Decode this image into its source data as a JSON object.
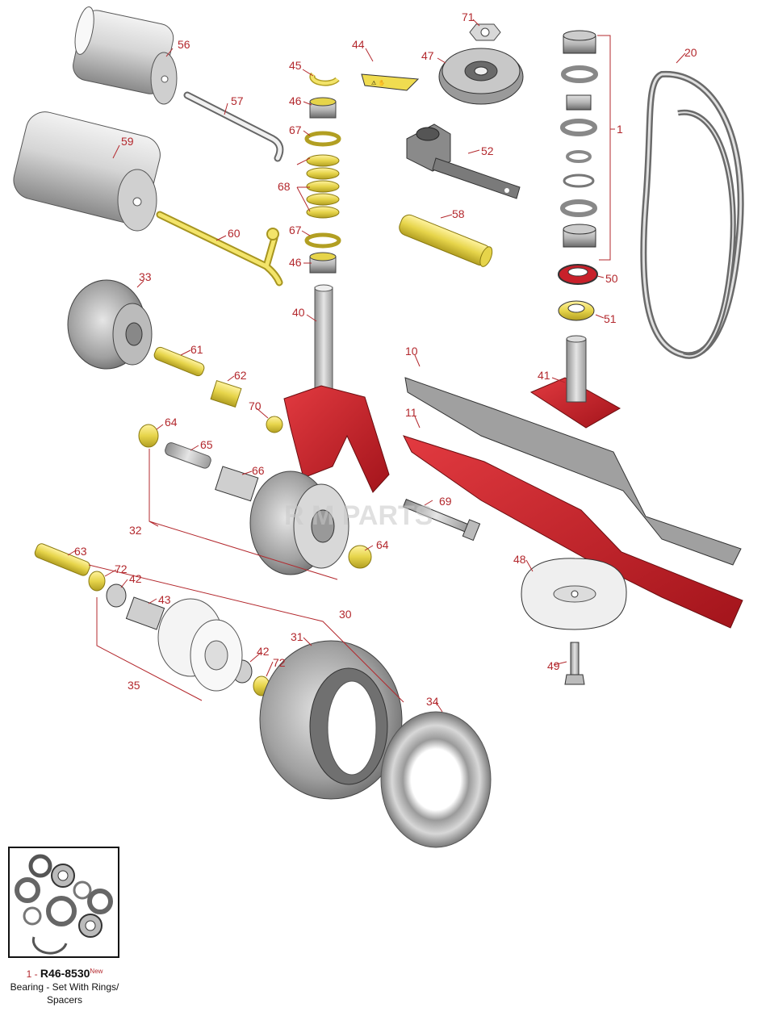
{
  "watermark": "R M PARTS",
  "callouts": [
    {
      "id": "c56",
      "label": "56"
    },
    {
      "id": "c57",
      "label": "57"
    },
    {
      "id": "c59",
      "label": "59"
    },
    {
      "id": "c60",
      "label": "60"
    },
    {
      "id": "c45",
      "label": "45"
    },
    {
      "id": "c46a",
      "label": "46"
    },
    {
      "id": "c67a",
      "label": "67"
    },
    {
      "id": "c68",
      "label": "68"
    },
    {
      "id": "c67b",
      "label": "67"
    },
    {
      "id": "c46b",
      "label": "46"
    },
    {
      "id": "c40",
      "label": "40"
    },
    {
      "id": "c44",
      "label": "44"
    },
    {
      "id": "c71",
      "label": "71"
    },
    {
      "id": "c47",
      "label": "47"
    },
    {
      "id": "c52",
      "label": "52"
    },
    {
      "id": "c58",
      "label": "58"
    },
    {
      "id": "c1",
      "label": "1"
    },
    {
      "id": "c20",
      "label": "20"
    },
    {
      "id": "c50",
      "label": "50"
    },
    {
      "id": "c51",
      "label": "51"
    },
    {
      "id": "c41",
      "label": "41"
    },
    {
      "id": "c10",
      "label": "10"
    },
    {
      "id": "c11",
      "label": "11"
    },
    {
      "id": "c33",
      "label": "33"
    },
    {
      "id": "c61",
      "label": "61"
    },
    {
      "id": "c62",
      "label": "62"
    },
    {
      "id": "c70",
      "label": "70"
    },
    {
      "id": "c64a",
      "label": "64"
    },
    {
      "id": "c65",
      "label": "65"
    },
    {
      "id": "c66",
      "label": "66"
    },
    {
      "id": "c32",
      "label": "32"
    },
    {
      "id": "c69",
      "label": "69"
    },
    {
      "id": "c64b",
      "label": "64"
    },
    {
      "id": "c63",
      "label": "63"
    },
    {
      "id": "c72a",
      "label": "72"
    },
    {
      "id": "c42a",
      "label": "42"
    },
    {
      "id": "c43",
      "label": "43"
    },
    {
      "id": "c30",
      "label": "30"
    },
    {
      "id": "c48",
      "label": "48"
    },
    {
      "id": "c31",
      "label": "31"
    },
    {
      "id": "c42b",
      "label": "42"
    },
    {
      "id": "c72b",
      "label": "72"
    },
    {
      "id": "c49",
      "label": "49"
    },
    {
      "id": "c35",
      "label": "35"
    },
    {
      "id": "c34",
      "label": "34"
    }
  ],
  "caption": {
    "item_number": "1 -",
    "part_number": "R46-8530",
    "new_badge": "New",
    "line1": "Bearing - Set With Rings/",
    "line2": "Spacers"
  },
  "colors": {
    "callout": "#b3282d",
    "red_part": "#c8202a",
    "yellow_part": "#e6d44a",
    "gray_part": "#9a9a9a"
  }
}
